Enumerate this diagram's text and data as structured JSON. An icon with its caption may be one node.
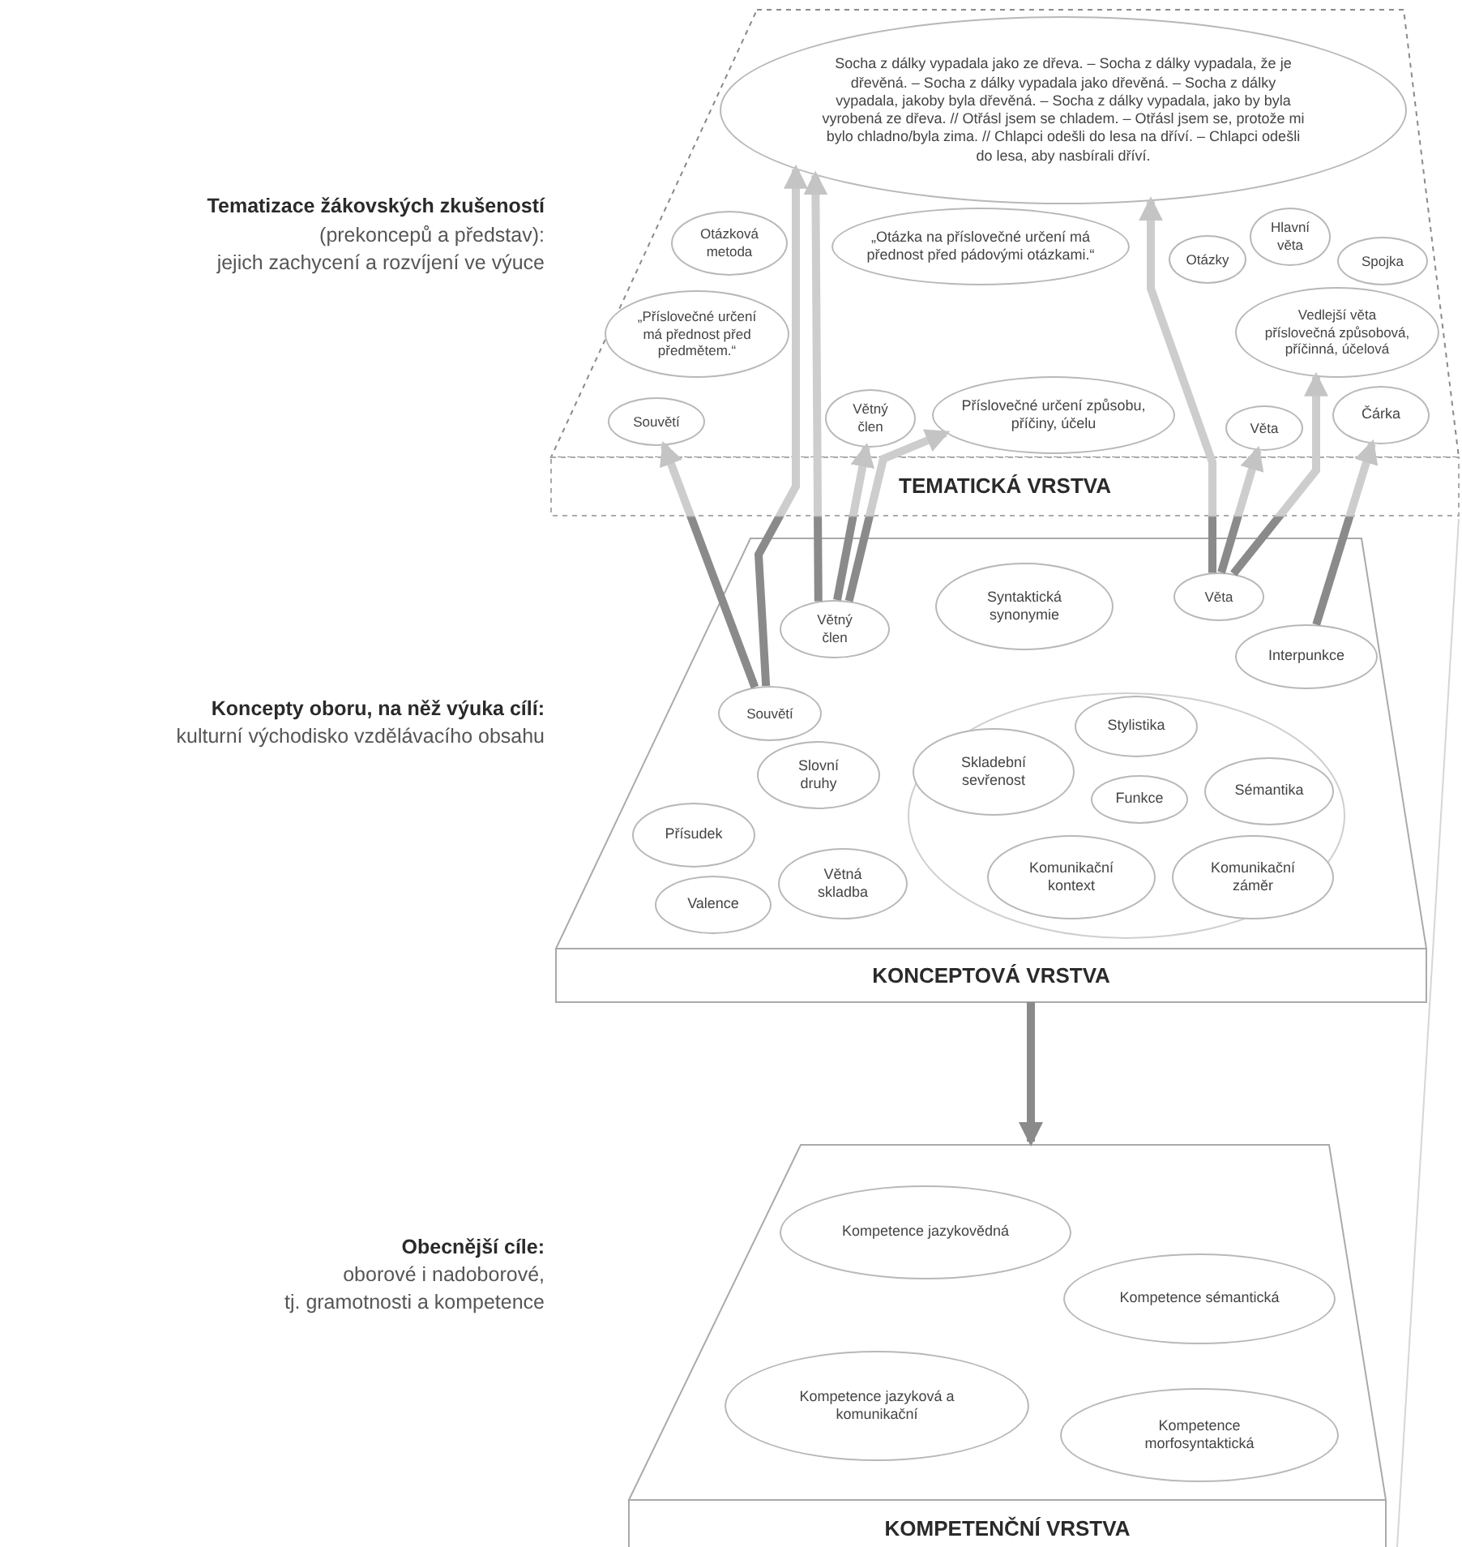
{
  "diagram": {
    "nodes": [
      {
        "text": [
          "TEMATICKÁ VRSTVA"
        ]
      },
      {
        "text": [
          "Socha z dálky vypadala jako ze dřeva. – Socha z dálky vypadala, že je dřevěná. – Socha z dálky vypadala jako dřevěná. – Socha z dálky vypadala, jakoby byla dřevěná. – Socha z dálky vypadala, jako by byla vyrobená ze dřeva. // Otřásl jsem se chladem. – Otřásl jsem se, protože mi bylo chladno/byla zima. // Chlapci odešli do lesa na dříví. – Chlapci odešli do lesa, aby nasbírali dříví."
        ],
        "in": 0
      },
      {
        "text": [
          "Otázková metoda"
        ],
        "in": 0
      },
      {
        "text": [
          "„Otázka na příslovečné určení má přednost před pádovými otázkami.“"
        ],
        "in": 0
      },
      {
        "text": [
          "Otázky"
        ],
        "in": 0
      },
      {
        "text": [
          "Hlavní věta"
        ],
        "in": 0
      },
      {
        "text": [
          "Spojka"
        ],
        "in": 0
      },
      {
        "text": [
          "„Příslovečné určení má přednost před předmětem.“"
        ],
        "in": 0
      },
      {
        "text": [
          "Vedlejší věta příslovečná způsobová, příčinná, účelová"
        ],
        "in": 0
      },
      {
        "text": [
          "Souvětí"
        ],
        "in": 0
      },
      {
        "text": [
          "Větný člen"
        ],
        "in": 0
      },
      {
        "text": [
          "Příslovečné určení způsobu, příčiny, účelu"
        ],
        "in": 0
      },
      {
        "text": [
          "Věta"
        ],
        "in": 0
      },
      {
        "text": [
          "Čárka"
        ],
        "in": 0
      },
      {
        "text": [
          "KONCEPTOVÁ VRSTVA"
        ]
      },
      {
        "text": [
          "Větný člen"
        ],
        "in": 14
      },
      {
        "text": [
          "Syntaktická synonymie"
        ],
        "in": 14
      },
      {
        "text": [
          "Věta"
        ],
        "in": 14
      },
      {
        "text": [
          "Interpunkce"
        ],
        "in": 14
      },
      {
        "text": [
          "Souvětí"
        ],
        "in": 14
      },
      {
        "text": [],
        "shape": "ellipse",
        "in": 14
      },
      {
        "text": [
          "Skladební sevřenost"
        ],
        "in": 20
      },
      {
        "text": [
          "Stylistika"
        ],
        "in": 20
      },
      {
        "text": [
          "Funkce"
        ],
        "in": 20
      },
      {
        "text": [
          "Sémantika"
        ],
        "in": 20
      },
      {
        "text": [
          "Komunikační kontext"
        ],
        "in": 20
      },
      {
        "text": [
          "Komunikační záměr"
        ],
        "in": 20
      },
      {
        "text": [
          "Slovní druhy"
        ],
        "in": 14
      },
      {
        "text": [
          "Přísudek"
        ],
        "in": 14
      },
      {
        "text": [
          "Valence"
        ],
        "in": 14
      },
      {
        "text": [
          "Větná skladba"
        ],
        "in": 14
      },
      {
        "text": [
          "KOMPETENČNÍ VRSTVA"
        ]
      },
      {
        "text": [
          "Kompetence jazykovědná"
        ],
        "in": 31
      },
      {
        "text": [
          "Kompetence sémantická"
        ],
        "in": 31
      },
      {
        "text": [
          "Kompetence jazyková a komunikační"
        ],
        "in": 31
      },
      {
        "text": [
          "Kompetence morfosyntaktická"
        ],
        "in": 31
      }
    ],
    "edges": [
      {
        "from": 19,
        "to": 9,
        "arrow": "to"
      },
      {
        "from": 19,
        "to": 1,
        "arrow": "to"
      },
      {
        "from": 15,
        "to": 1,
        "arrow": "to"
      },
      {
        "from": 15,
        "to": 10,
        "arrow": "to"
      },
      {
        "from": 15,
        "to": 11,
        "arrow": "to"
      },
      {
        "from": 17,
        "to": 1,
        "arrow": "to"
      },
      {
        "from": 17,
        "to": 8,
        "arrow": "to"
      },
      {
        "from": 17,
        "to": 12,
        "arrow": "to"
      },
      {
        "from": 18,
        "to": 13,
        "arrow": "to"
      },
      {
        "from": 14,
        "to": 31,
        "arrow": "to"
      }
    ],
    "labels": [
      "Tematizace žákovských zkušeností",
      "(prekoncepů a představ):",
      "jejich zachycení a rozvíjení ve výuce",
      "Koncepty oboru, na něž výuka cílí:",
      "kulturní východisko vzdělávacího obsahu",
      "Obecnější cíle:",
      "oborové i nadoborové,",
      "tj. gramotnosti a kompetence"
    ]
  }
}
